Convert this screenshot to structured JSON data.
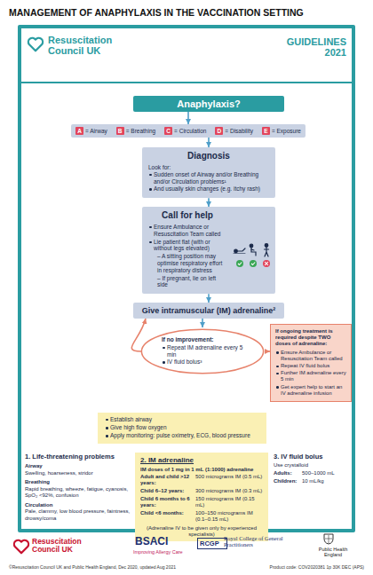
{
  "diagram": {
    "title": "MANAGEMENT OF ANAPHYLAXIS IN THE VACCINATION SETTING",
    "nodes": [
      {
        "text": [
          "Anaphylaxis?"
        ]
      },
      {
        "text": [
          "A",
          "= Airway",
          "B",
          "= Breathing",
          "C",
          "= Circulation",
          "D",
          "= Disability",
          "E",
          "= Exposure"
        ]
      },
      {
        "text": [
          "Diagnosis",
          "Look for:",
          "Sudden onset of Airway and/or Breathing and/or Circulation problems¹",
          "And usually skin changes (e.g. itchy rash)"
        ]
      },
      {
        "text": [
          "Call for help",
          "Ensure Ambulance or Resuscitation Team called",
          "Lie patient flat (with or without legs elevated)",
          "– A sitting position may optimise respiratory effort in respiratory distress",
          "– If pregnant, lie on left side"
        ]
      },
      {
        "text": [
          "Give intramuscular (IM) adrenaline²"
        ]
      },
      {
        "text": [
          "If no improvement:",
          "Repeat IM adrenaline every 5 min",
          "IV fluid bolus³"
        ]
      },
      {
        "text": [
          "If ongoing treatment is required despite TWO doses of adrenaline:",
          "Ensure Ambulance or Resuscitation Team called",
          "Repeat IV fluid bolus",
          "Further IM adrenaline every 5 min",
          "Get expert help to start an IV adrenaline infusion"
        ]
      },
      {
        "text": [
          "Establish airway",
          "Give high flow oxygen",
          "Apply monitoring: pulse oximetry, ECG, blood pressure"
        ]
      },
      {
        "text": [
          "2. IM adrenaline",
          "IM doses of 1 mg in 1 mL (1:1000) adrenaline",
          "Adult and child >12 years:",
          "500 micrograms IM (0.5 mL)",
          "Child 6–12 years:",
          "300 micrograms IM (0.3 mL)",
          "Child 6 months to 6 years:",
          "150 micrograms IM (0.15 mL)",
          "Child <6 months:",
          "100–150 micrograms IM (0.1–0.15 mL)",
          "(Adrenaline IV to be given only by experienced specialists)"
        ]
      }
    ],
    "edges": [
      {
        "from": 0,
        "to": 1,
        "arrow": "to"
      },
      {
        "from": 1,
        "to": 2,
        "arrow": "to"
      },
      {
        "from": 2,
        "to": 3,
        "arrow": "to"
      },
      {
        "from": 3,
        "to": 4,
        "arrow": "to"
      },
      {
        "from": 4,
        "to": 5,
        "arrow": "to"
      },
      {
        "from": 5,
        "to": 4,
        "arrow": "to"
      },
      {
        "from": 5,
        "to": 6,
        "arrow": "to"
      }
    ],
    "labels": [
      "Resuscitation Council UK",
      "GUIDELINES 2021",
      "1. Life-threatening problems",
      "Airway",
      "Swelling, hoarseness, stridor",
      "Breathing",
      "Rapid breathing, wheeze, fatigue, cyanosis, SpO₂ <92%, confusion",
      "Circulation",
      "Pale, clammy, low blood pressure, faintness, drowsy/coma",
      "3. IV fluid bolus",
      "Use crystalloid",
      "Adults:",
      "500–1000 mL",
      "Children:",
      "10 mL/kg",
      "Resuscitation Council UK",
      "BSACI",
      "Improving Allergy Care",
      "Royal College of General Practitioners",
      "RCGP",
      "Public Health England",
      "©Resuscitation Council UK and Public Health England, Dec 2020, updated Aug 2021",
      "Product code: COV2020381 1p 30K DEC (APS)"
    ]
  }
}
